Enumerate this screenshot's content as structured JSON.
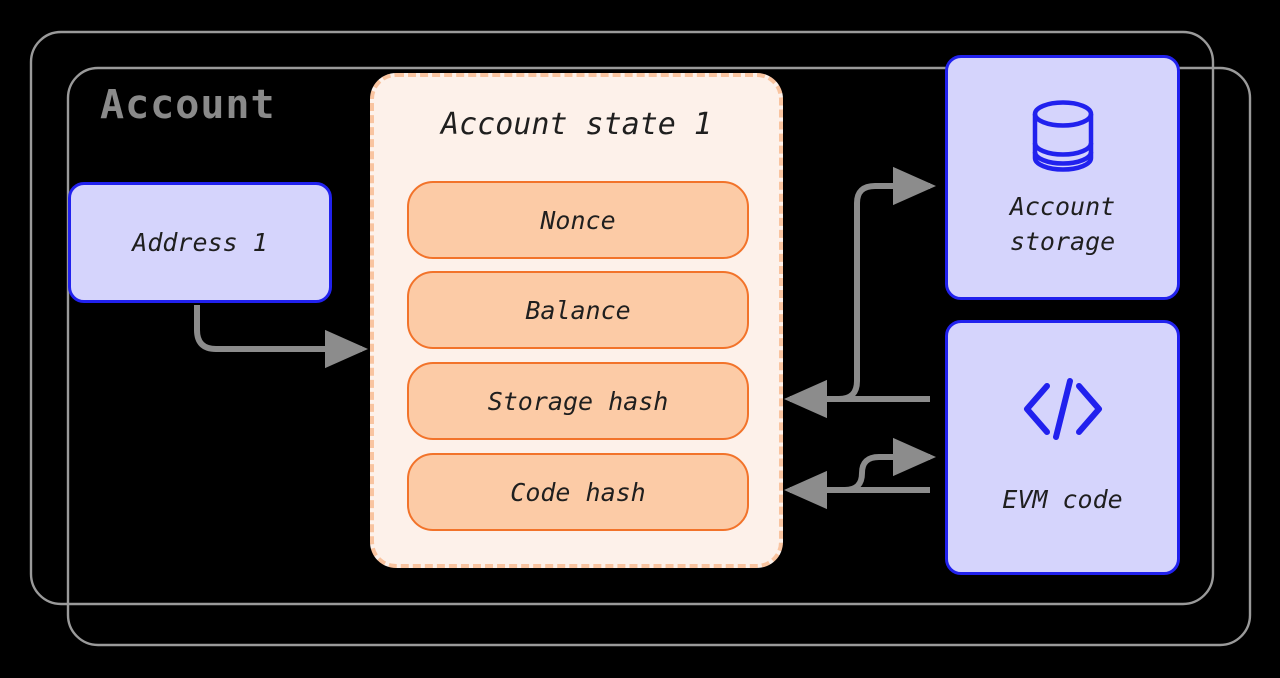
{
  "diagram": {
    "container_label": "Account",
    "address": {
      "label": "Address 1"
    },
    "account_state": {
      "title": "Account state 1",
      "fields": [
        {
          "name": "nonce",
          "label": "Nonce"
        },
        {
          "name": "balance",
          "label": "Balance"
        },
        {
          "name": "storage_hash",
          "label": "Storage hash"
        },
        {
          "name": "code_hash",
          "label": "Code hash"
        }
      ]
    },
    "external": [
      {
        "name": "account-storage",
        "label": "Account\nstorage",
        "icon": "database-icon"
      },
      {
        "name": "evm-code",
        "label": "EVM code",
        "icon": "code-brackets-icon"
      }
    ],
    "colors": {
      "background": "#000000",
      "container_stroke": "#9a9a9a",
      "title_text": "#8a8a8a",
      "blue_fill": "#d5d4fc",
      "blue_stroke": "#2121ee",
      "panel_fill": "#fdf1ea",
      "panel_stroke": "#f9c4a0",
      "field_fill": "#fccba6",
      "field_stroke": "#f2732a",
      "arrow": "#8c8c8c",
      "text": "#1f1f1f"
    }
  }
}
